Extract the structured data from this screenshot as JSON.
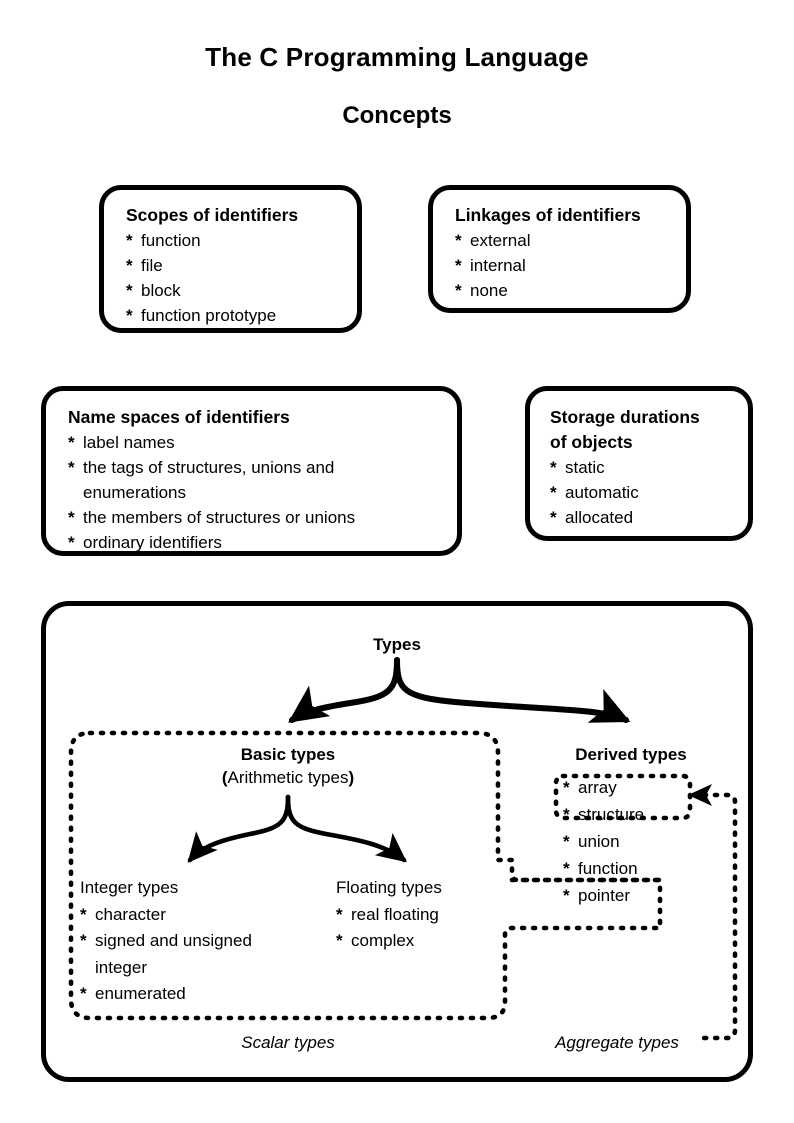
{
  "document": {
    "title": "The C Programming Language",
    "subtitle": "Concepts"
  },
  "cards": {
    "scopes": {
      "title": "Scopes of identifiers",
      "bullet": "*",
      "items": [
        "function",
        "file",
        "block",
        "function prototype"
      ]
    },
    "linkages": {
      "title": "Linkages of identifiers",
      "bullet": "*",
      "items": [
        "external",
        "internal",
        "none"
      ]
    },
    "namespaces": {
      "title": "Name spaces of identifiers",
      "bullet": "*",
      "items": [
        "label names",
        "the tags of structures, unions and\nenumerations",
        "the members of structures or unions",
        "ordinary identifiers"
      ]
    },
    "storage": {
      "title": "Storage durations\nof objects",
      "bullet": "*",
      "items": [
        "static",
        "automatic",
        "allocated"
      ]
    }
  },
  "types": {
    "root_label": "Types",
    "basic": {
      "title": "Basic types",
      "subtitle_open": "(",
      "subtitle": "Arithmetic types",
      "subtitle_close": ")",
      "integer": {
        "heading": "Integer types",
        "bullet": "*",
        "items": [
          "character",
          "signed and unsigned\ninteger",
          "enumerated"
        ]
      },
      "floating": {
        "heading": "Floating types",
        "bullet": "*",
        "items": [
          "real floating",
          "complex"
        ]
      }
    },
    "derived": {
      "heading": "Derived types",
      "bullet": "*",
      "items": [
        "array",
        "structure",
        "union",
        "function",
        "pointer"
      ]
    },
    "group_labels": {
      "scalar": "Scalar types",
      "aggregate": "Aggregate types"
    }
  },
  "style": {
    "ink": "#000000",
    "paper": "#ffffff"
  }
}
